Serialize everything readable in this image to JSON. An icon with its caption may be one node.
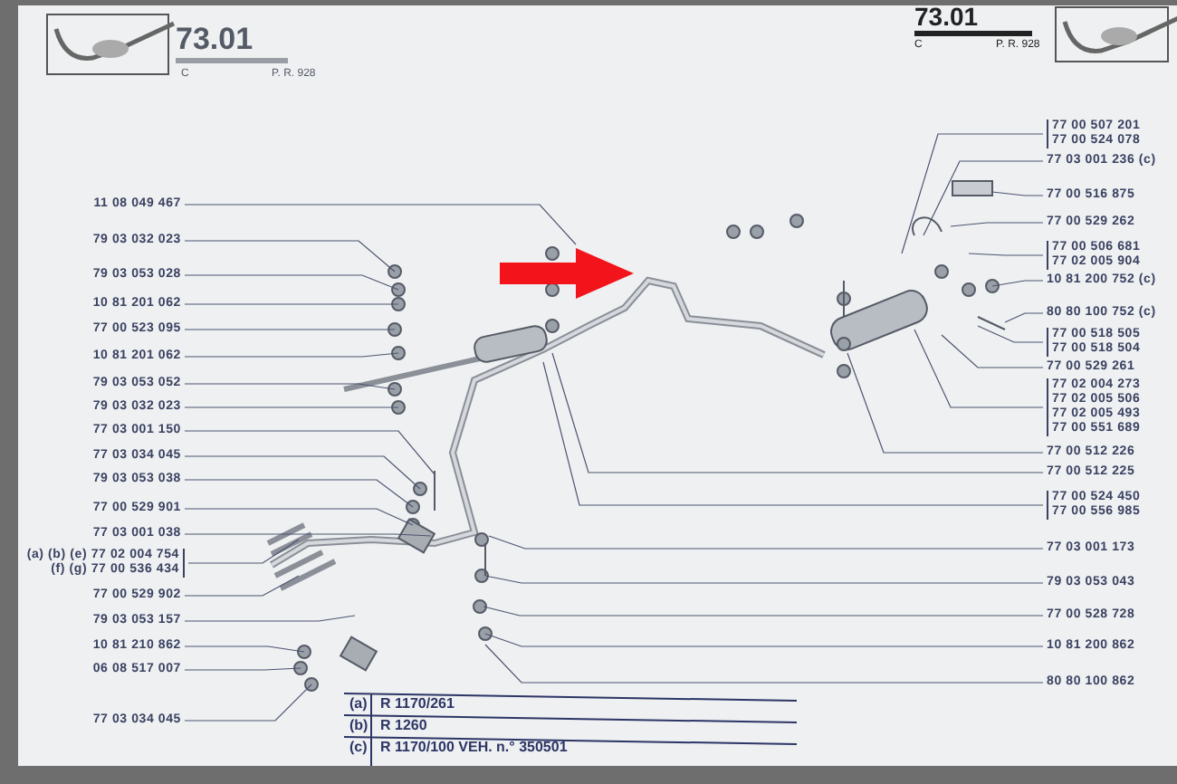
{
  "diagram": {
    "nodes": [
      {
        "text": [
          "11 08 049 467"
        ]
      },
      {
        "text": [
          "79 03 032 023"
        ]
      },
      {
        "text": [
          "79 03 053 028"
        ]
      },
      {
        "text": [
          "10 81 201 062"
        ]
      },
      {
        "text": [
          "77 00 523 095"
        ]
      },
      {
        "text": [
          "10 81 201 062"
        ]
      },
      {
        "text": [
          "79 03 053 052"
        ]
      },
      {
        "text": [
          "79 03 032 023"
        ]
      },
      {
        "text": [
          "77 03 001 150"
        ]
      },
      {
        "text": [
          "77 03 034 045"
        ]
      },
      {
        "text": [
          "79 03 053 038"
        ]
      },
      {
        "text": [
          "77 00 529 901"
        ]
      },
      {
        "text": [
          "77 03 001 038"
        ]
      },
      {
        "text": [
          "(a) (b) (e) 77 02 004 754",
          "(f) (g) 77 00 536 434"
        ]
      },
      {
        "text": [
          "77 00 529 902"
        ]
      },
      {
        "text": [
          "79 03 053 157"
        ]
      },
      {
        "text": [
          "10 81 210 862"
        ]
      },
      {
        "text": [
          "06 08 517 007"
        ]
      },
      {
        "text": [
          "77 03 034 045"
        ]
      },
      {
        "text": [
          "77 00 507 201",
          "77 00 524 078"
        ]
      },
      {
        "text": [
          "77 03 001 236 (c)"
        ]
      },
      {
        "text": [
          "77 00 516 875"
        ]
      },
      {
        "text": [
          "77 00 529 262"
        ]
      },
      {
        "text": [
          "77 00 506 681",
          "77 02 005 904"
        ]
      },
      {
        "text": [
          "10 81 200 752 (c)"
        ]
      },
      {
        "text": [
          "80 80 100 752 (c)"
        ]
      },
      {
        "text": [
          "77 00 518 505",
          "77 00 518 504"
        ]
      },
      {
        "text": [
          "77 00 529 261"
        ]
      },
      {
        "text": [
          "77 02 004 273",
          "77 02 005 506",
          "77 02 005 493",
          "77 00 551 689"
        ]
      },
      {
        "text": [
          "77 00 512 226"
        ]
      },
      {
        "text": [
          "77 00 512 225"
        ]
      },
      {
        "text": [
          "77 00 524 450",
          "77 00 556 985"
        ]
      },
      {
        "text": [
          "77 03 001 173"
        ]
      },
      {
        "text": [
          "79 03 053 043"
        ]
      },
      {
        "text": [
          "77 00 528 728"
        ]
      },
      {
        "text": [
          "10 81 200 862"
        ]
      },
      {
        "text": [
          "80 80 100 862"
        ]
      }
    ],
    "edges": [
      {
        "from": 0,
        "to": null,
        "arrow": "none"
      },
      {
        "from": 1,
        "to": null,
        "arrow": "none"
      },
      {
        "from": 2,
        "to": null,
        "arrow": "none"
      },
      {
        "from": 3,
        "to": null,
        "arrow": "none"
      },
      {
        "from": 4,
        "to": null,
        "arrow": "none"
      },
      {
        "from": 5,
        "to": null,
        "arrow": "none"
      },
      {
        "from": 6,
        "to": null,
        "arrow": "none"
      },
      {
        "from": 7,
        "to": null,
        "arrow": "none"
      },
      {
        "from": 8,
        "to": null,
        "arrow": "none"
      },
      {
        "from": 9,
        "to": null,
        "arrow": "none"
      },
      {
        "from": 10,
        "to": null,
        "arrow": "none"
      },
      {
        "from": 11,
        "to": null,
        "arrow": "none"
      },
      {
        "from": 12,
        "to": null,
        "arrow": "none"
      },
      {
        "from": 13,
        "to": null,
        "arrow": "none"
      },
      {
        "from": 14,
        "to": null,
        "arrow": "none"
      },
      {
        "from": 15,
        "to": null,
        "arrow": "none"
      },
      {
        "from": 16,
        "to": null,
        "arrow": "none"
      },
      {
        "from": 17,
        "to": null,
        "arrow": "none"
      },
      {
        "from": 18,
        "to": null,
        "arrow": "none"
      },
      {
        "from": 19,
        "to": null,
        "arrow": "none"
      },
      {
        "from": 20,
        "to": null,
        "arrow": "none"
      },
      {
        "from": 21,
        "to": null,
        "arrow": "none"
      },
      {
        "from": 22,
        "to": null,
        "arrow": "none"
      },
      {
        "from": 23,
        "to": null,
        "arrow": "none"
      },
      {
        "from": 24,
        "to": null,
        "arrow": "none"
      },
      {
        "from": 25,
        "to": null,
        "arrow": "none"
      },
      {
        "from": 26,
        "to": null,
        "arrow": "none"
      },
      {
        "from": 27,
        "to": null,
        "arrow": "none"
      },
      {
        "from": 28,
        "to": null,
        "arrow": "none"
      },
      {
        "from": 29,
        "to": null,
        "arrow": "none"
      },
      {
        "from": 30,
        "to": null,
        "arrow": "none"
      },
      {
        "from": 31,
        "to": null,
        "arrow": "none"
      },
      {
        "from": 32,
        "to": null,
        "arrow": "none"
      },
      {
        "from": 33,
        "to": null,
        "arrow": "none"
      },
      {
        "from": 34,
        "to": null,
        "arrow": "none"
      },
      {
        "from": 35,
        "to": null,
        "arrow": "none"
      },
      {
        "from": 36,
        "to": null,
        "arrow": "none"
      }
    ],
    "labels": [
      "73.01",
      "C",
      "P. R. 928",
      "73.01",
      "C",
      "P. R. 928",
      "(a)",
      "R 1170/261",
      "(b)",
      "R 1260",
      "(c)",
      "R 1170/100 VEH. n.° 350501"
    ]
  }
}
